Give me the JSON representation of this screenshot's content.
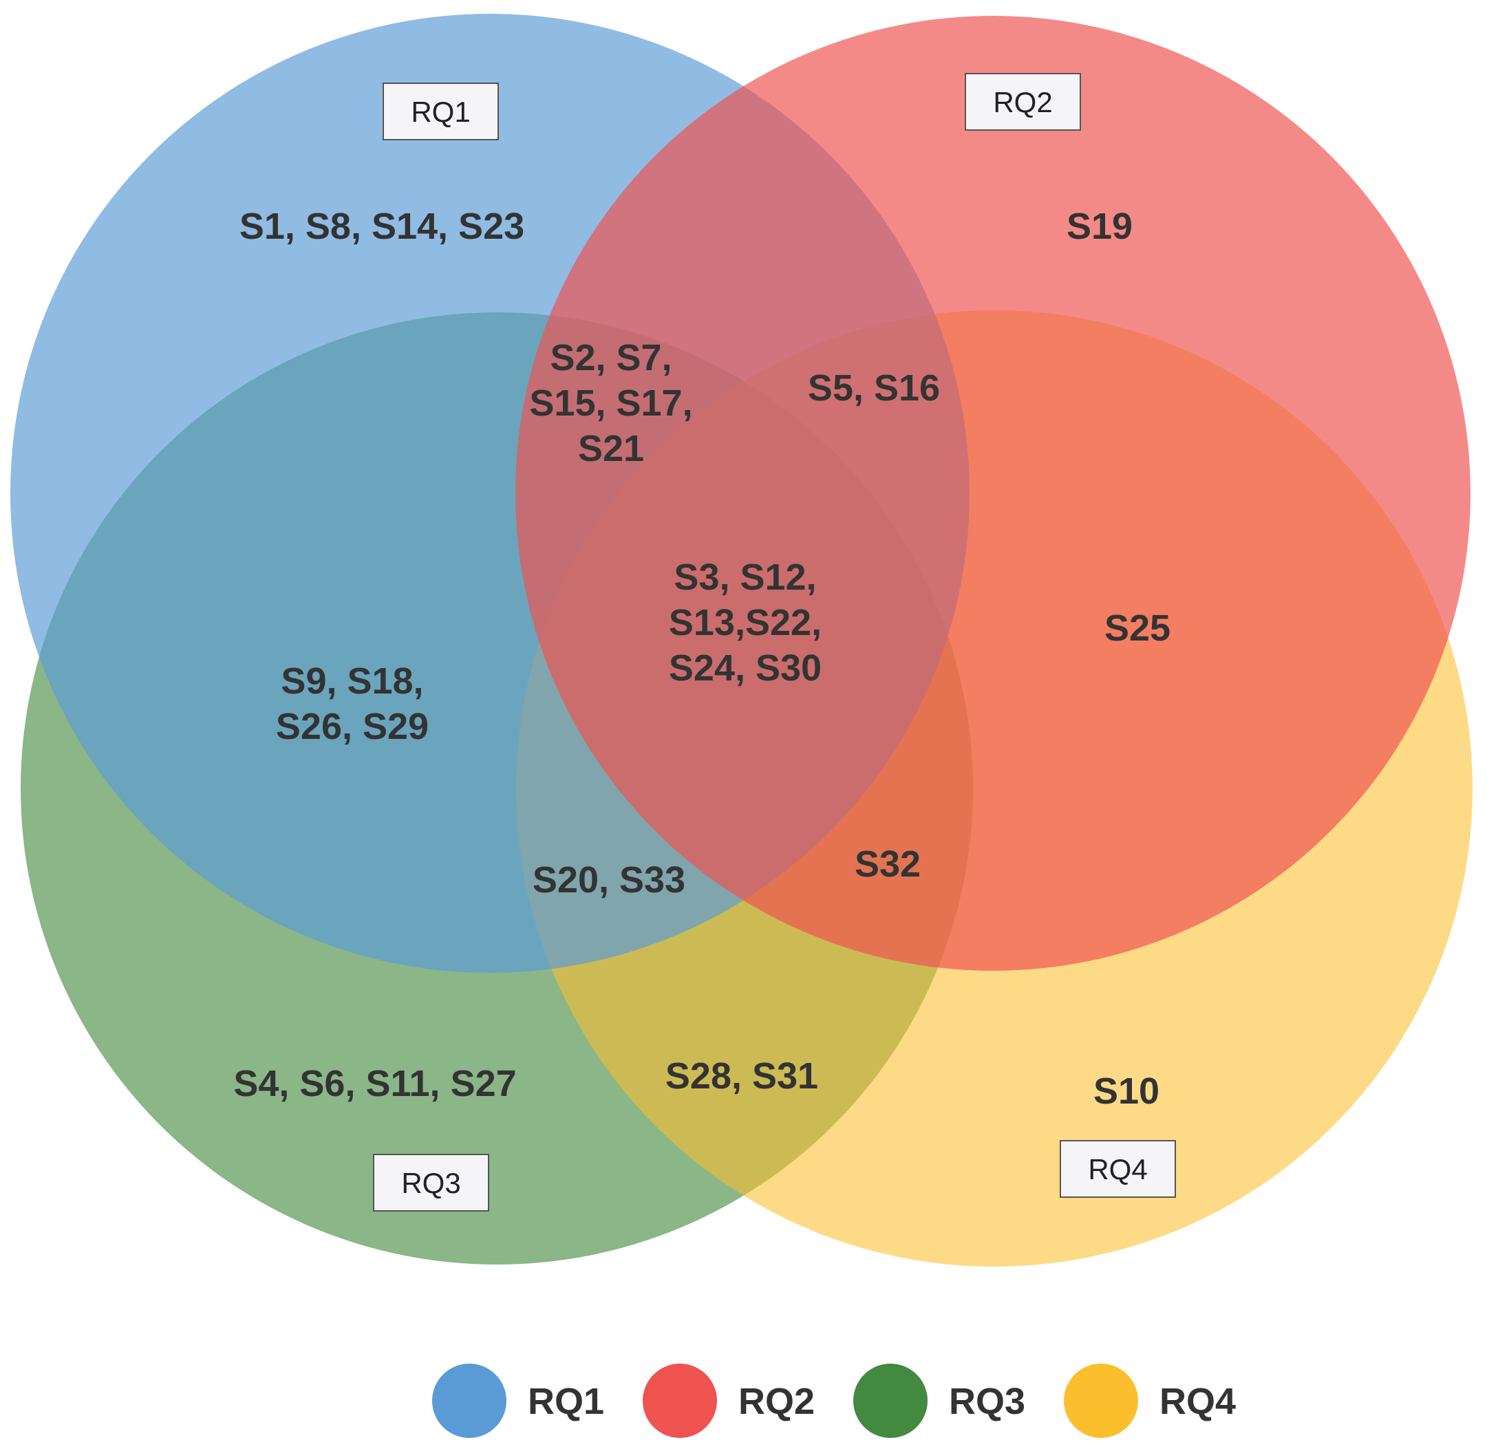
{
  "sets": [
    {
      "key": "rq1",
      "name": "RQ1",
      "color": "#5b9bd5",
      "opacity": 0.68
    },
    {
      "key": "rq2",
      "name": "RQ2",
      "color": "#ef5350",
      "opacity": 0.68
    },
    {
      "key": "rq3",
      "name": "RQ3",
      "color": "#43893f",
      "opacity": 0.62
    },
    {
      "key": "rq4",
      "name": "RQ4",
      "color": "#fbbf2e",
      "opacity": 0.58
    }
  ],
  "regions": [
    {
      "key": "rq1-only",
      "sets": [
        "RQ1"
      ],
      "lines": [
        "S1, S8, S14, S23"
      ]
    },
    {
      "key": "rq2-only",
      "sets": [
        "RQ2"
      ],
      "lines": [
        "S19"
      ]
    },
    {
      "key": "rq1-rq2-rq3",
      "sets": [
        "RQ1",
        "RQ2",
        "RQ3"
      ],
      "lines": [
        "S2, S7,",
        "S15, S17,",
        "S21"
      ]
    },
    {
      "key": "rq1-rq2-rq4",
      "sets": [
        "RQ1",
        "RQ2",
        "RQ4"
      ],
      "lines": [
        "S5, S16"
      ]
    },
    {
      "key": "all-four",
      "sets": [
        "RQ1",
        "RQ2",
        "RQ3",
        "RQ4"
      ],
      "lines": [
        "S3, S12,",
        "S13,S22,",
        "S24,  S30"
      ]
    },
    {
      "key": "rq2-rq4",
      "sets": [
        "RQ2",
        "RQ4"
      ],
      "lines": [
        "S25"
      ]
    },
    {
      "key": "rq1-rq3",
      "sets": [
        "RQ1",
        "RQ3"
      ],
      "lines": [
        "S9, S18,",
        "S26, S29"
      ]
    },
    {
      "key": "rq1-rq3-rq4",
      "sets": [
        "RQ1",
        "RQ3",
        "RQ4"
      ],
      "lines": [
        "S20, S33"
      ]
    },
    {
      "key": "rq2-rq3-rq4",
      "sets": [
        "RQ2",
        "RQ3",
        "RQ4"
      ],
      "lines": [
        "S32"
      ]
    },
    {
      "key": "rq3-only",
      "sets": [
        "RQ3"
      ],
      "lines": [
        "S4, S6, S11, S27"
      ]
    },
    {
      "key": "rq3-rq4",
      "sets": [
        "RQ3",
        "RQ4"
      ],
      "lines": [
        "S28, S31"
      ]
    },
    {
      "key": "rq4-only",
      "sets": [
        "RQ4"
      ],
      "lines": [
        "S10"
      ]
    }
  ],
  "legend": [
    {
      "label": "RQ1",
      "color": "#5b9bd5"
    },
    {
      "label": "RQ2",
      "color": "#ef5350"
    },
    {
      "label": "RQ3",
      "color": "#43893f"
    },
    {
      "label": "RQ4",
      "color": "#fbbf2e"
    }
  ]
}
